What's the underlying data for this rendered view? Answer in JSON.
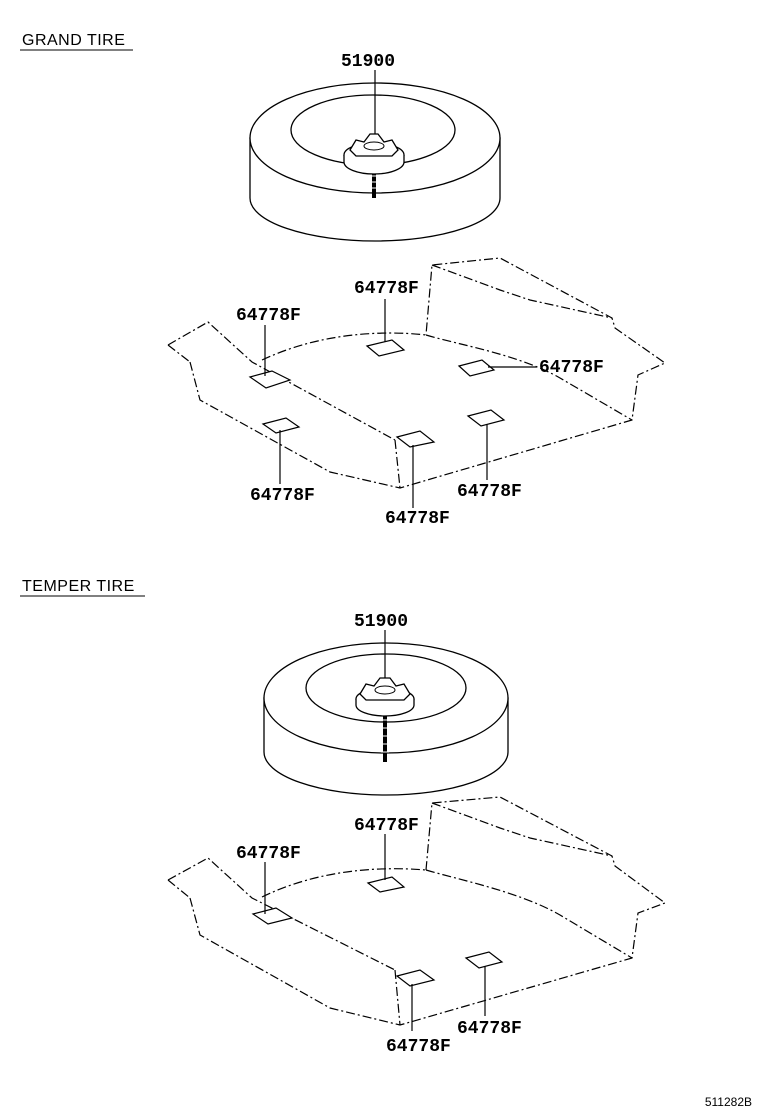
{
  "sections": [
    {
      "title": "GRAND TIRE",
      "tire_part": "51900",
      "pad_labels": [
        "64778F",
        "64778F",
        "64778F",
        "64778F",
        "64778F",
        "64778F"
      ]
    },
    {
      "title": "TEMPER TIRE",
      "tire_part": "51900",
      "pad_labels": [
        "64778F",
        "64778F",
        "64778F",
        "64778F"
      ]
    }
  ],
  "footer": {
    "code": "511282B"
  }
}
